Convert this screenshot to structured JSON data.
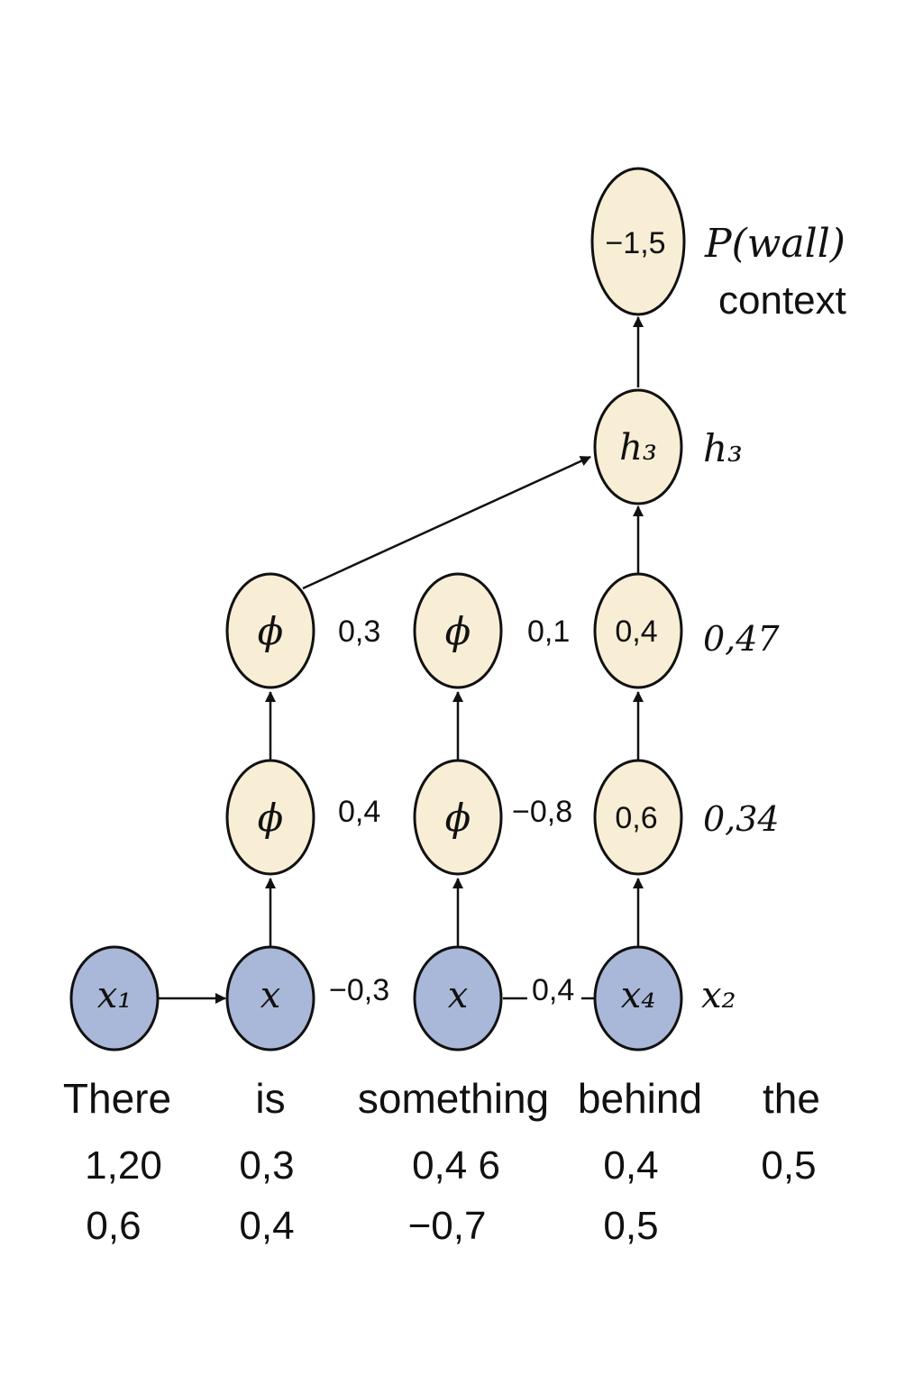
{
  "nodes": {
    "x1": "x₁",
    "x_a": "x",
    "x_b": "x",
    "x4": "x₄",
    "phi_1a": "ϕ",
    "phi_2a": "ϕ",
    "phi_1b": "ϕ",
    "phi_2b": "ϕ",
    "val_1c": "0,6",
    "val_2c": "0,4",
    "h3": "h₃",
    "out": "−1,5"
  },
  "labels": {
    "x_a_value": "−0,3",
    "x_b_value": "0,4",
    "x_side": "x₂",
    "row1_a": "0,4",
    "row1_b": "−0,8",
    "row1_c": "0,34",
    "row2_a": "0,3",
    "row2_b": "0,1",
    "row2_c": "0,47",
    "h3_side": "h₃",
    "out_prob": "P(wall)",
    "out_context": "context"
  },
  "words": [
    {
      "text": "There",
      "v1": "1,20",
      "v2": "0,6"
    },
    {
      "text": "is",
      "v1": "0,3",
      "v2": "0,4"
    },
    {
      "text": "something",
      "v1": "0,4 6",
      "v2": "−0,7"
    },
    {
      "text": "behind",
      "v1": "0,4",
      "v2": "0,5"
    },
    {
      "text": "the",
      "v1": "0,5",
      "v2": ""
    }
  ]
}
